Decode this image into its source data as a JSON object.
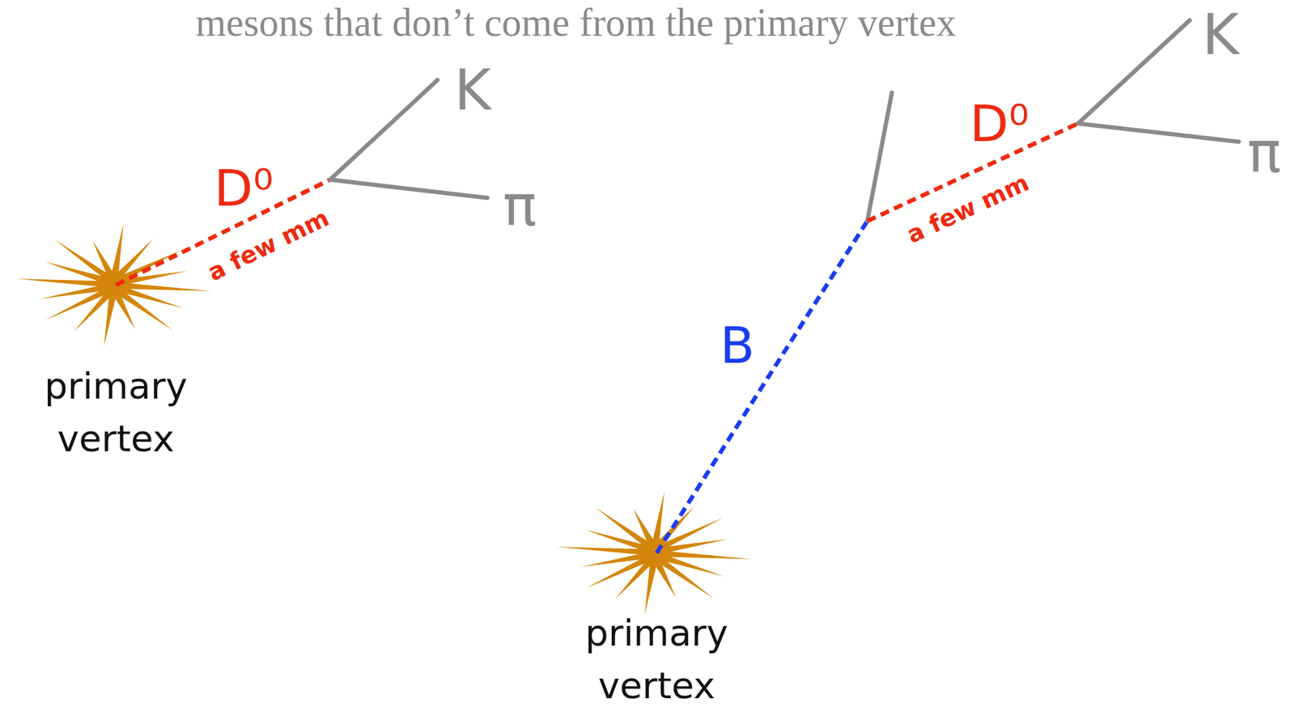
{
  "diagram": {
    "title": "mesons that don’t come from the primary vertex",
    "labels": [
      "D⁰",
      "a few mm",
      "K",
      "π",
      "primary vertex",
      "B",
      "D⁰",
      "a few mm",
      "K",
      "π",
      "primary vertex"
    ]
  }
}
